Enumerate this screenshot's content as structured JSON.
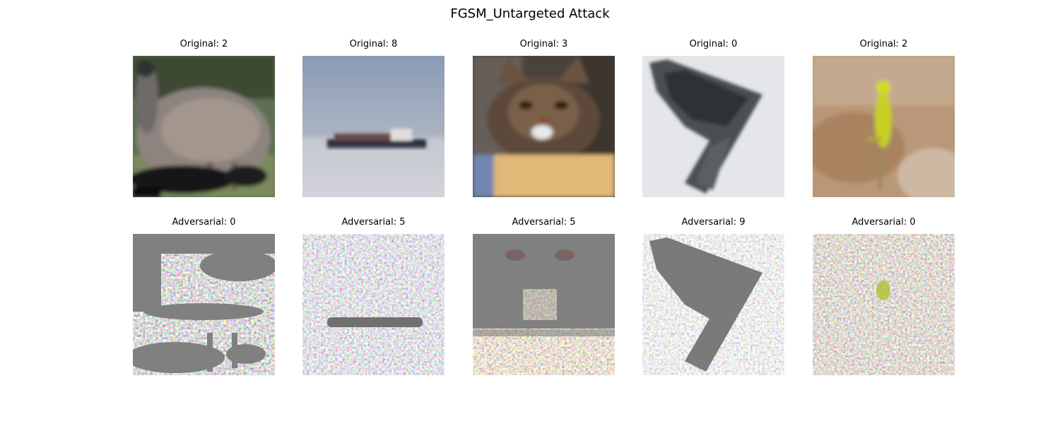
{
  "figure": {
    "title": "FGSM_Untargeted Attack"
  },
  "panels": [
    {
      "title": "Original: 2",
      "kind": "original",
      "scene": "ostrich"
    },
    {
      "title": "Original: 8",
      "kind": "original",
      "scene": "ship"
    },
    {
      "title": "Original: 3",
      "kind": "original",
      "scene": "cat"
    },
    {
      "title": "Original: 0",
      "kind": "original",
      "scene": "airplane"
    },
    {
      "title": "Original: 2",
      "kind": "original",
      "scene": "bird"
    },
    {
      "title": "Adversarial: 0",
      "kind": "adversarial",
      "scene": "ostrich"
    },
    {
      "title": "Adversarial: 5",
      "kind": "adversarial",
      "scene": "ship"
    },
    {
      "title": "Adversarial: 5",
      "kind": "adversarial",
      "scene": "cat"
    },
    {
      "title": "Adversarial: 9",
      "kind": "adversarial",
      "scene": "airplane"
    },
    {
      "title": "Adversarial: 0",
      "kind": "adversarial",
      "scene": "bird"
    }
  ]
}
